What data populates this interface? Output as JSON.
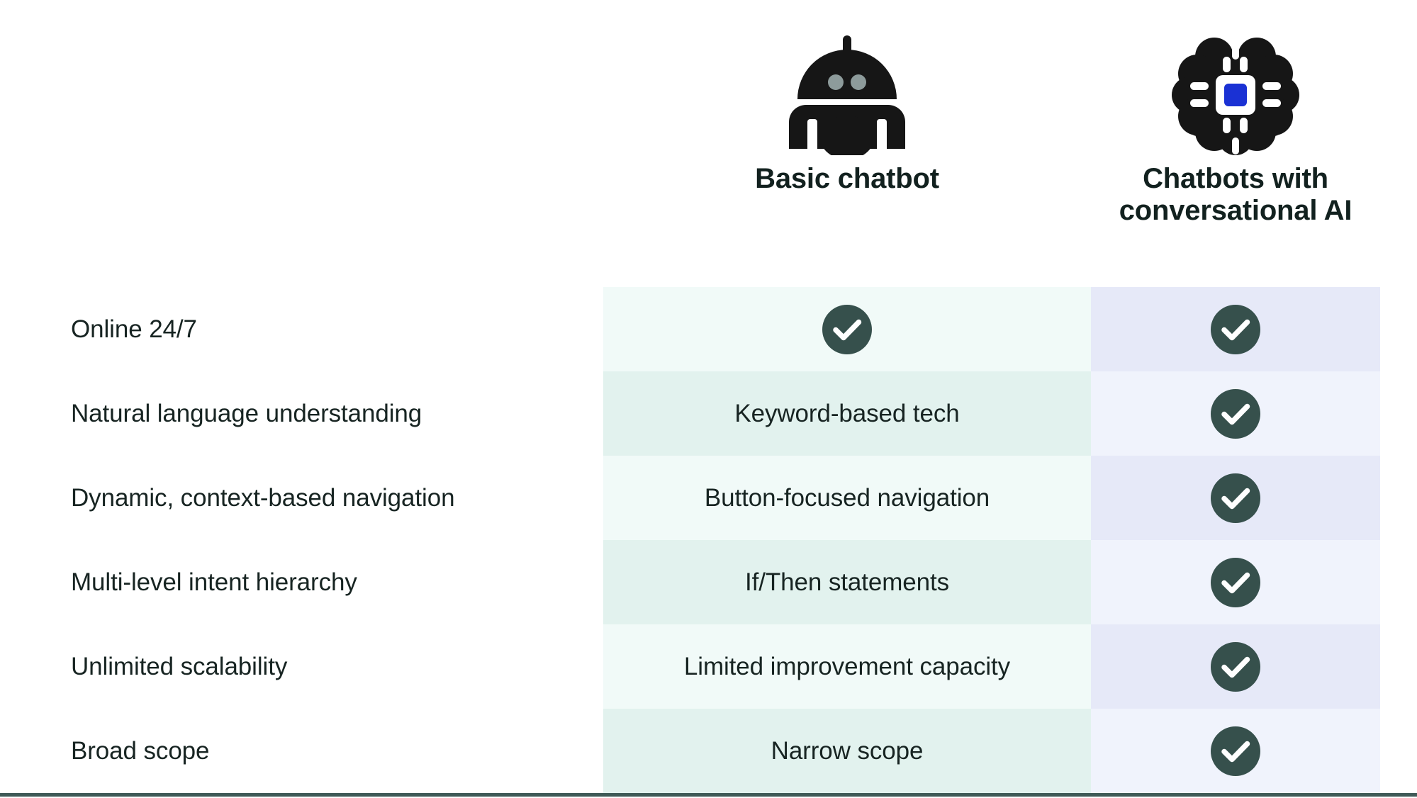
{
  "columns": {
    "feature_label": "",
    "basic": {
      "icon": "robot-icon",
      "title": "Basic chatbot"
    },
    "ai": {
      "icon": "brain-chip-icon",
      "title_line1": "Chatbots with",
      "title_line2": "conversational AI"
    }
  },
  "colors": {
    "check_circle": "#36504c",
    "check_mark": "#ffffff",
    "basic_tint_light": "#f1faf8",
    "basic_tint_dark": "#e2f2ee",
    "ai_tint_dark": "#e6e9f8",
    "ai_tint_light": "#f0f3fc",
    "icon_dark": "#161616",
    "robot_eye": "#8d9b9b",
    "chip_blue": "#1a31d4",
    "bottom_rule": "#3f5a57",
    "text": "#172422"
  },
  "rows": [
    {
      "feature": "Online 24/7",
      "basic": {
        "type": "check",
        "text": ""
      },
      "ai": {
        "type": "check",
        "text": ""
      }
    },
    {
      "feature": "Natural language understanding",
      "basic": {
        "type": "text",
        "text": "Keyword-based tech"
      },
      "ai": {
        "type": "check",
        "text": ""
      }
    },
    {
      "feature": "Dynamic, context-based navigation",
      "basic": {
        "type": "text",
        "text": "Button-focused navigation"
      },
      "ai": {
        "type": "check",
        "text": ""
      }
    },
    {
      "feature": "Multi-level intent hierarchy",
      "basic": {
        "type": "text",
        "text": "If/Then statements"
      },
      "ai": {
        "type": "check",
        "text": ""
      }
    },
    {
      "feature": "Unlimited scalability",
      "basic": {
        "type": "text",
        "text": "Limited improvement capacity"
      },
      "ai": {
        "type": "check",
        "text": ""
      }
    },
    {
      "feature": "Broad scope",
      "basic": {
        "type": "text",
        "text": "Narrow scope"
      },
      "ai": {
        "type": "check",
        "text": ""
      }
    }
  ]
}
